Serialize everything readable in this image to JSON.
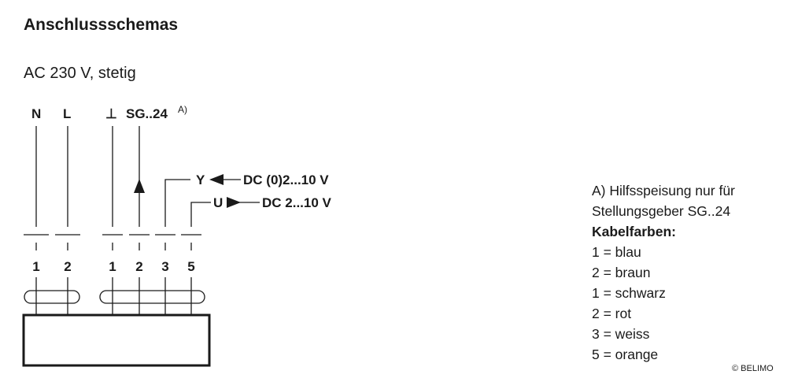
{
  "title": "Anschlussschemas",
  "subtitle": "AC 230 V, stetig",
  "terminals": {
    "N": "N",
    "L": "L",
    "ground": "⊥",
    "sg": "SG..24",
    "sg_note": "A)"
  },
  "signals": {
    "y_label": "Y",
    "y_value": "DC (0)2...10 V",
    "u_label": "U",
    "u_value": "DC 2...10 V"
  },
  "wire_numbers": [
    "1",
    "2",
    "1",
    "2",
    "3",
    "5"
  ],
  "notes": {
    "footnote_line1": "A) Hilfsspeisung nur für",
    "footnote_line2": "Stellungsgeber SG..24",
    "colors_heading": "Kabelfarben:",
    "color_items": [
      "1 = blau",
      "2 = braun",
      "1 = schwarz",
      "2 = rot",
      "3 = weiss",
      "5 = orange"
    ]
  },
  "copyright": "© BELIMO",
  "colors": {
    "line": "#1a1a1a",
    "background": "#ffffff"
  }
}
